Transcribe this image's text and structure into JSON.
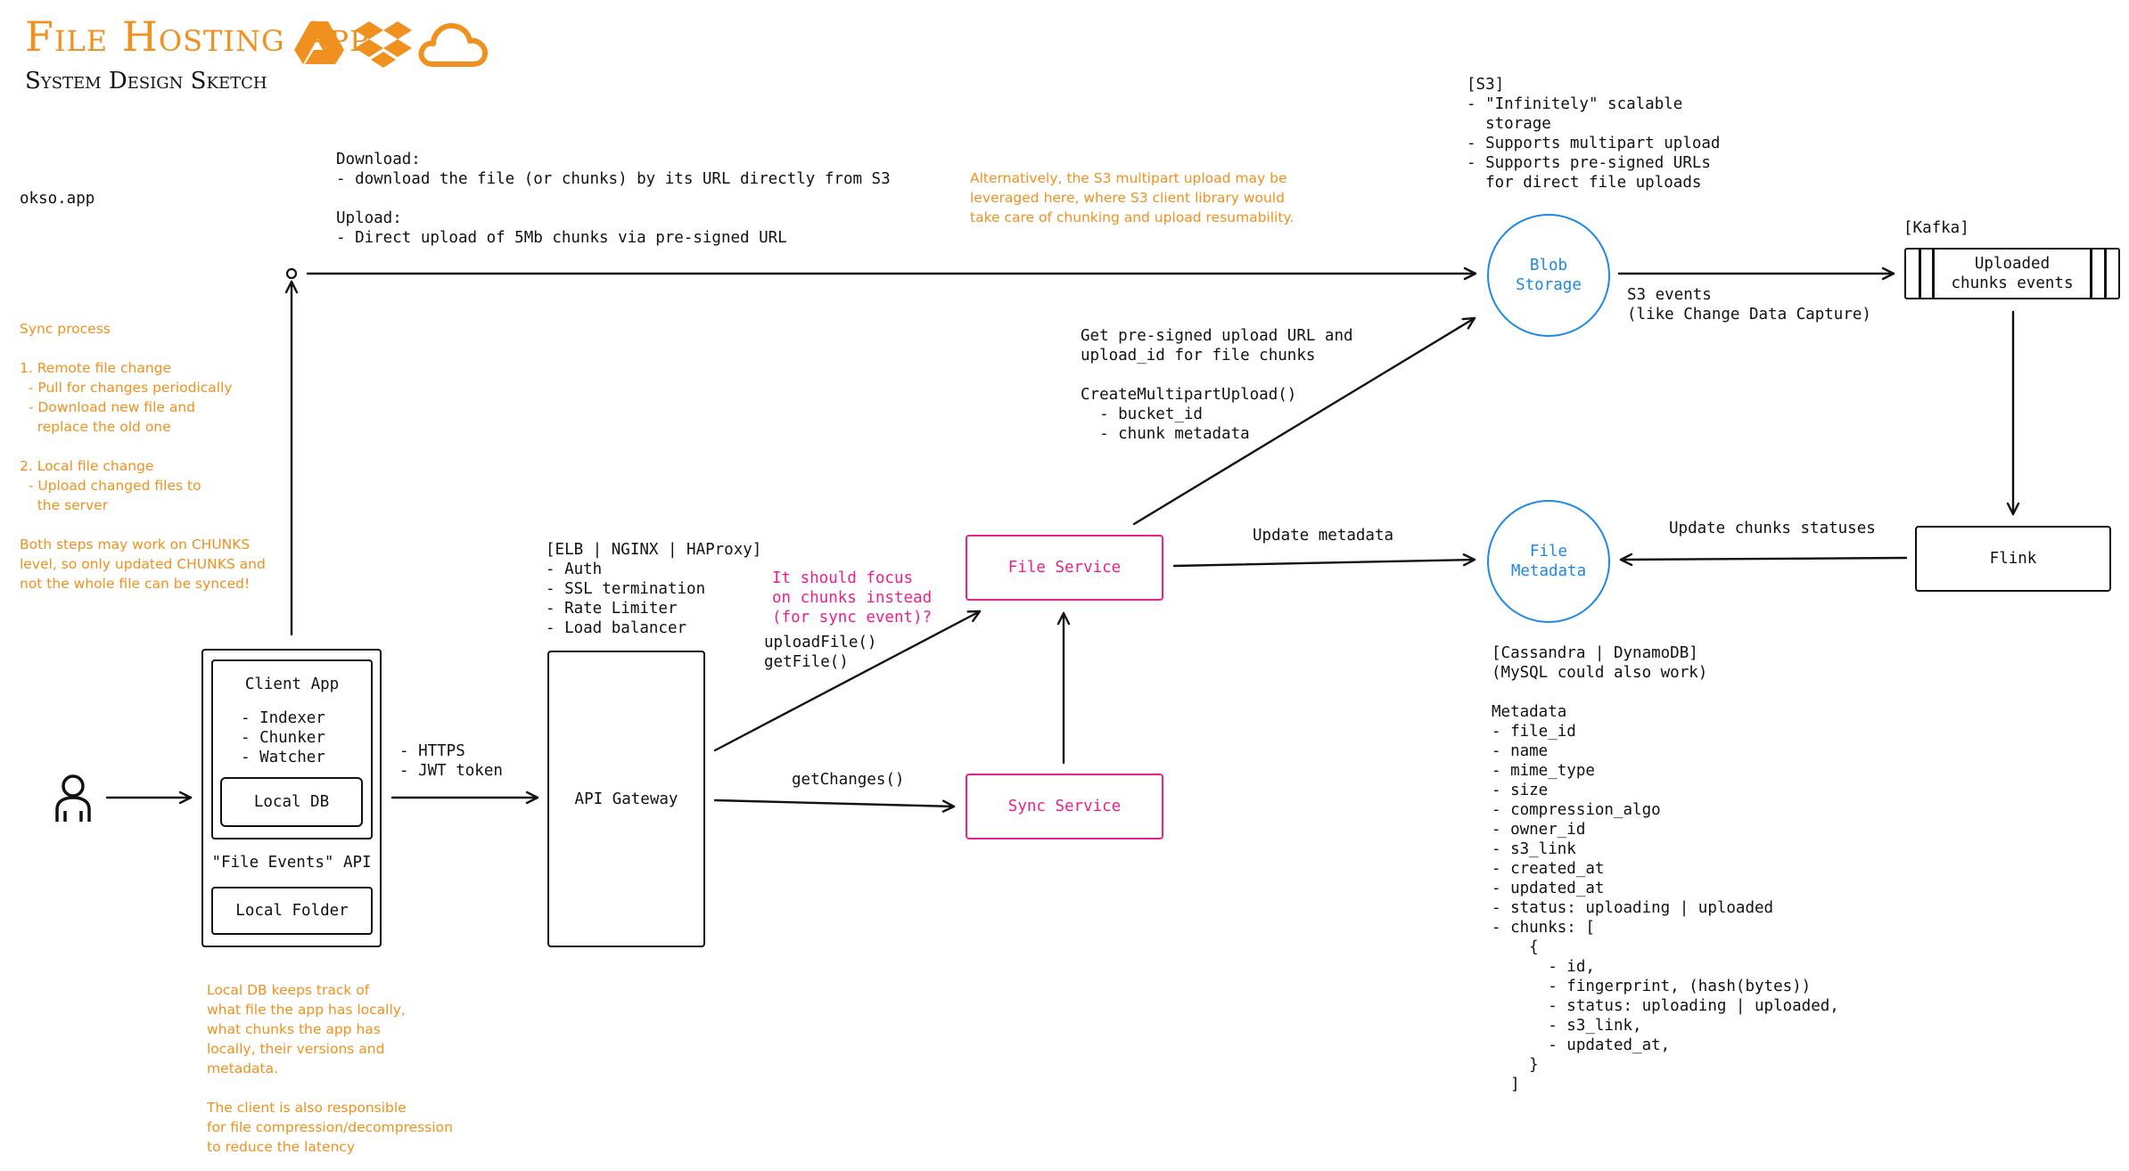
{
  "header": {
    "title": "File Hosting App",
    "subtitle": "System Design Sketch",
    "site": "okso.app"
  },
  "colors": {
    "accent_orange": "#f0901e",
    "service_pink": "#e8218c",
    "storage_blue": "#1e88e5",
    "ink": "#111111"
  },
  "icons": [
    "google-drive-icon",
    "dropbox-icon",
    "cloud-icon",
    "user-icon"
  ],
  "notes": {
    "download_upload": "Download:\n- download the file (or chunks) by its URL directly from S3\n\nUpload:\n- Direct upload of 5Mb chunks via pre-signed URL",
    "multipart": "Alternatively, the S3 multipart upload may be\nleveraged here, where S3 client library would\ntake care of chunking and upload resumability.",
    "sync_process": "Sync process\n\n1. Remote file change\n  - Pull for changes periodically\n  - Download new file and\n    replace the old one\n\n2. Local file change\n  - Upload changed files to\n    the server\n\nBoth steps may work on CHUNKS\nlevel, so only updated CHUNKS and\nnot the whole file can be synced!",
    "local_db": "Local DB keeps track of\nwhat file the app has locally,\nwhat chunks the app has\nlocally, their versions and\nmetadata.\n\nThe client is also responsible\nfor file compression/decompression\nto reduce the latency",
    "s3": "[S3]\n- \"Infinitely\" scalable\n  storage\n- Supports multipart upload\n- Supports pre-signed URLs\n  for direct file uploads",
    "gateway": "[ELB | NGINX | HAProxy]\n- Auth\n- SSL termination\n- Rate Limiter\n- Load balancer",
    "https": "- HTTPS\n- JWT token",
    "presigned": "Get pre-signed upload URL and\nupload_id for file chunks\n\nCreateMultipartUpload()\n  - bucket_id\n  - chunk metadata",
    "focus": "It should focus\non chunks instead\n(for sync event)?",
    "upload_get": "uploadFile()\ngetFile()",
    "get_changes": "getChanges()",
    "update_metadata": "Update metadata",
    "update_chunks": "Update chunks statuses",
    "s3_events": "S3 events\n(like Change Data Capture)",
    "kafka": "[Kafka]",
    "metadata_store": "[Cassandra | DynamoDB]\n(MySQL could also work)\n\nMetadata\n- file_id\n- name\n- mime_type\n- size\n- compression_algo\n- owner_id\n- s3_link\n- created_at\n- updated_at\n- status: uploading | uploaded\n- chunks: [\n    {\n      - id,\n      - fingerprint, (hash(bytes))\n      - status: uploading | uploaded,\n      - s3_link,\n      - updated_at,\n    }\n  ]"
  },
  "nodes": {
    "client_app": {
      "title": "Client App",
      "modules": "- Indexer\n- Chunker\n- Watcher",
      "local_db": "Local DB",
      "events_api": "\"File Events\" API",
      "local_folder": "Local Folder"
    },
    "api_gateway": "API Gateway",
    "file_service": "File Service",
    "sync_service": "Sync Service",
    "blob_storage": "Blob\nStorage",
    "file_metadata": "File\nMetadata",
    "kafka_queue": "Uploaded\nchunks events",
    "flink": "Flink"
  }
}
